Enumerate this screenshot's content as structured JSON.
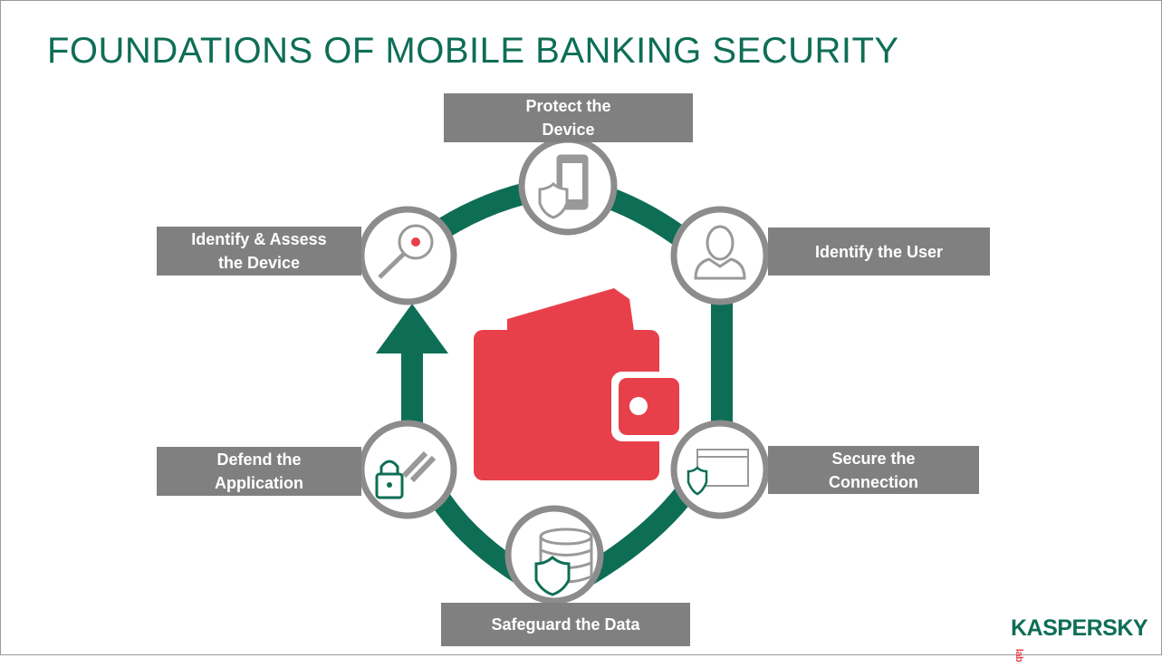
{
  "title": "FOUNDATIONS OF MOBILE BANKING SECURITY",
  "colors": {
    "accent": "#0e6e55",
    "label_bg": "#808080",
    "wallet": "#e8404b",
    "circle_stroke": "#8c8c8c"
  },
  "steps": [
    {
      "line1": "Protect the",
      "line2": "Device",
      "icon": "phone-shield-icon"
    },
    {
      "line1": "Identify the User",
      "line2": "",
      "icon": "user-icon"
    },
    {
      "line1": "Secure the",
      "line2": "Connection",
      "icon": "browser-shield-icon"
    },
    {
      "line1": "Safeguard the Data",
      "line2": "",
      "icon": "database-shield-icon"
    },
    {
      "line1": "Defend the",
      "line2": "Application",
      "icon": "lock-chain-icon"
    },
    {
      "line1": "Identify & Assess",
      "line2": "the Device",
      "icon": "magnifier-bug-icon"
    }
  ],
  "center_icon": "wallet-icon",
  "logo": {
    "text": "KASPERSKY",
    "suffix": "lab"
  }
}
